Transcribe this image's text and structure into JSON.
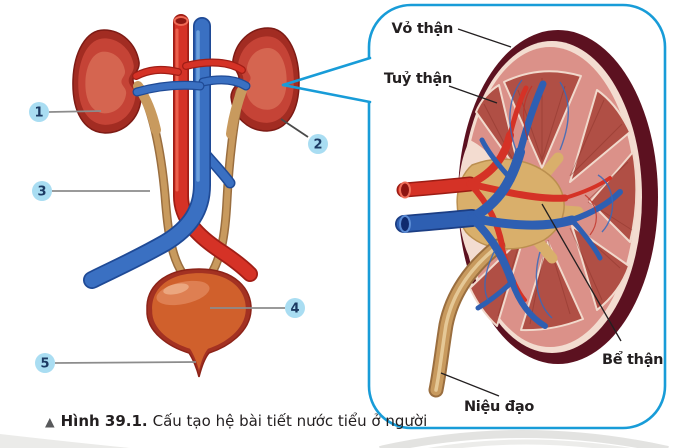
{
  "caption": {
    "marker": "▲",
    "label": "Hình 39.1.",
    "title": "Cấu tạo hệ bài tiết nước tiểu ở người"
  },
  "overview": {
    "numbers": [
      "1",
      "2",
      "3",
      "4",
      "5"
    ]
  },
  "detail": {
    "labels": {
      "cortex": "Vỏ thận",
      "medulla": "Tuỷ thận",
      "pelvis": "Bể thận",
      "urethra": "Niệu đạo"
    }
  },
  "colors": {
    "callout_border": "#189cd8",
    "number_chip_bg": "#a9ddf2",
    "number_text": "#1c3a63",
    "label_text": "#231f20",
    "leader_line": "#8c8c8c",
    "artery_red": "#d53226",
    "vein_blue": "#3a70c2",
    "ureter_tan": "#c89a5e",
    "kidney_red": "#c54336",
    "bladder_orange": "#d0602c",
    "capsule_maroon": "#5c1120",
    "cortex_pink": "#db9189",
    "pyramid_red": "#b04f45",
    "pelvis_gold": "#d9af6b"
  }
}
